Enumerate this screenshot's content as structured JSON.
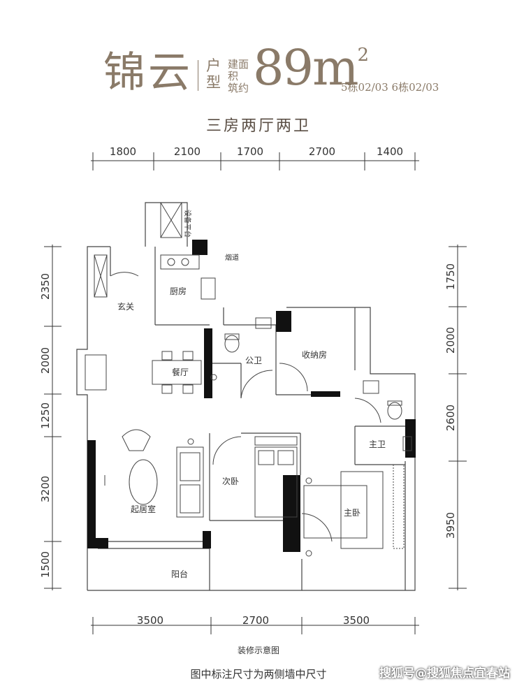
{
  "header": {
    "name": "锦云",
    "type_label": "户型",
    "area_label_top": "建面",
    "area_label_mid": "积",
    "area_label_bot": "筑约",
    "area_value": "89m",
    "area_superscript": "2",
    "units": "5栋02/03  6栋02/03",
    "subtitle": "三房两厅两卫"
  },
  "dimensions": {
    "top": [
      "1800",
      "2100",
      "1700",
      "2700",
      "1400"
    ],
    "bottom": [
      "3500",
      "2700",
      "3500"
    ],
    "left": [
      "2350",
      "2000",
      "1250",
      "3200",
      "1500"
    ],
    "right": [
      "1750",
      "2000",
      "2600",
      "3950"
    ]
  },
  "rooms": {
    "entrance": "玄关",
    "kitchen": "厨房",
    "dining": "餐厅",
    "public_bath": "公卫",
    "storage": "收纳房",
    "living": "起居室",
    "second_bedroom": "次卧",
    "master_bath": "主卫",
    "master_bedroom": "主卧",
    "balcony": "阳台",
    "equipment_platform": "设备平台",
    "flue": "烟道"
  },
  "caption": "装修示意图",
  "note": "图中标注尺寸为两侧墙中尺寸",
  "watermark": "搜狐号@搜狐焦点宜春站"
}
